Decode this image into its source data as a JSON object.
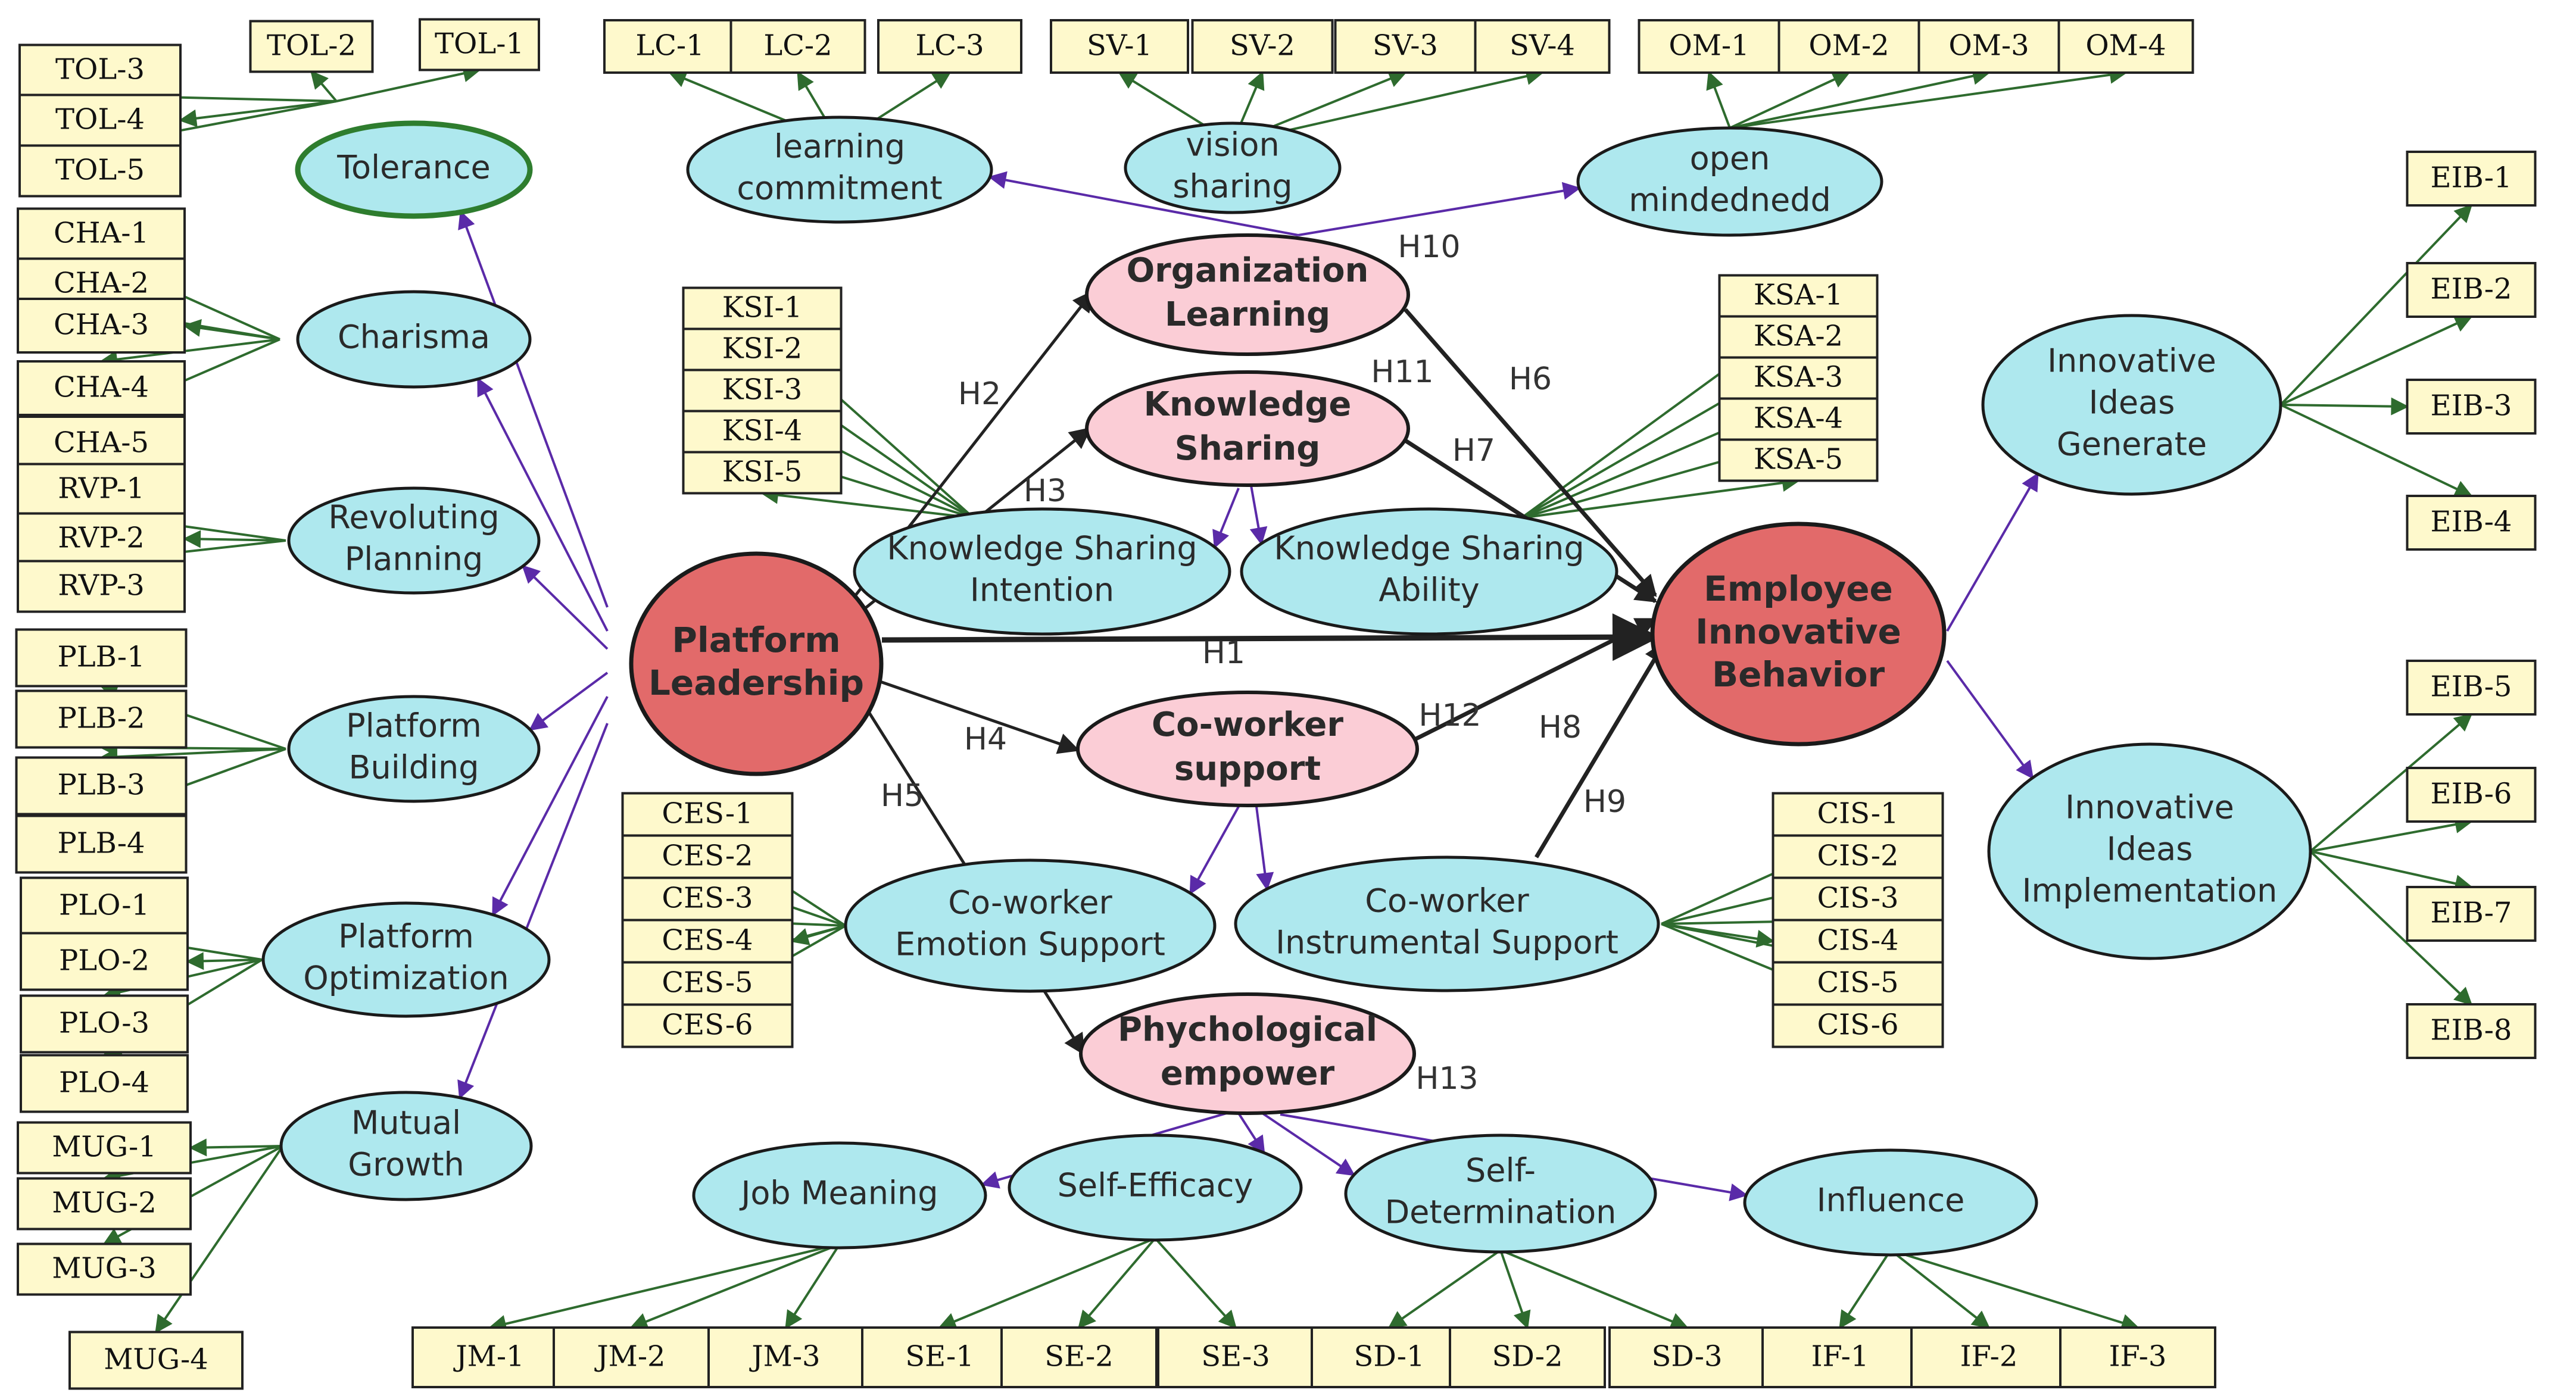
{
  "colors": {
    "box_fill": "#fef9cc",
    "box_stroke": "#222222",
    "latent_fill": "#aee8ee",
    "latent_stroke": "#1a1a1a",
    "mediator_fill": "#fbcdd6",
    "core_fill": "#e26a6a",
    "loading_arrow": "#2e6b2e",
    "dim_arrow": "#5a2aa8",
    "path_arrow": "#222222"
  },
  "core": [
    {
      "id": "PL",
      "lines": [
        "Platform",
        "Leadership"
      ]
    },
    {
      "id": "EIB",
      "lines": [
        "Employee",
        "Innovative",
        "Behavior"
      ]
    }
  ],
  "mediators": [
    {
      "id": "OL",
      "lines": [
        "Organization",
        "Learning"
      ]
    },
    {
      "id": "KS",
      "lines": [
        "Knowledge",
        "Sharing"
      ]
    },
    {
      "id": "CWS",
      "lines": [
        "Co-worker",
        "support"
      ]
    },
    {
      "id": "PE",
      "lines": [
        "Phychological",
        "empower"
      ]
    }
  ],
  "latents": [
    {
      "id": "TOL",
      "lines": [
        "Tolerance"
      ],
      "thick": true
    },
    {
      "id": "CHA",
      "lines": [
        "Charisma"
      ]
    },
    {
      "id": "RVP",
      "lines": [
        "Revoluting",
        "Planning"
      ]
    },
    {
      "id": "PLB",
      "lines": [
        "Platform",
        "Building"
      ]
    },
    {
      "id": "PLO",
      "lines": [
        "Platform",
        "Optimization"
      ]
    },
    {
      "id": "MUG",
      "lines": [
        "Mutual",
        "Growth"
      ]
    },
    {
      "id": "LC",
      "lines": [
        "learning",
        "commitment"
      ]
    },
    {
      "id": "SV",
      "lines": [
        "vision",
        "sharing"
      ]
    },
    {
      "id": "OM",
      "lines": [
        "open",
        "mindednedd"
      ]
    },
    {
      "id": "KSI",
      "lines": [
        "Knowledge Sharing",
        "Intention"
      ]
    },
    {
      "id": "KSA",
      "lines": [
        "Knowledge Sharing",
        "Ability"
      ]
    },
    {
      "id": "CES",
      "lines": [
        "Co-worker",
        "Emotion Support"
      ]
    },
    {
      "id": "CIS",
      "lines": [
        "Co-worker",
        "Instrumental Support"
      ]
    },
    {
      "id": "JM",
      "lines": [
        "Job  Meaning"
      ]
    },
    {
      "id": "SE",
      "lines": [
        "Self-Efficacy"
      ]
    },
    {
      "id": "SD",
      "lines": [
        "Self-",
        "Determination"
      ]
    },
    {
      "id": "IF",
      "lines": [
        "Influence"
      ]
    },
    {
      "id": "IIG",
      "lines": [
        "Innovative",
        "Ideas",
        "Generate"
      ]
    },
    {
      "id": "IIM",
      "lines": [
        "Innovative",
        "Ideas",
        "Implementation"
      ]
    }
  ],
  "indicators": {
    "TOL": [
      "TOL-1",
      "TOL-2",
      "TOL-3",
      "TOL-4",
      "TOL-5"
    ],
    "CHA": [
      "CHA-1",
      "CHA-2",
      "CHA-3",
      "CHA-4",
      "CHA-5"
    ],
    "RVP": [
      "RVP-1",
      "RVP-2",
      "RVP-3"
    ],
    "PLB": [
      "PLB-1",
      "PLB-2",
      "PLB-3",
      "PLB-4"
    ],
    "PLO": [
      "PLO-1",
      "PLO-2",
      "PLO-3",
      "PLO-4"
    ],
    "MUG": [
      "MUG-1",
      "MUG-2",
      "MUG-3",
      "MUG-4"
    ],
    "LC": [
      "LC-1",
      "LC-2",
      "LC-3"
    ],
    "SV": [
      "SV-1",
      "SV-2",
      "SV-3",
      "SV-4"
    ],
    "OM": [
      "OM-1",
      "OM-2",
      "OM-3",
      "OM-4"
    ],
    "KSI": [
      "KSI-1",
      "KSI-2",
      "KSI-3",
      "KSI-4",
      "KSI-5"
    ],
    "KSA": [
      "KSA-1",
      "KSA-2",
      "KSA-3",
      "KSA-4",
      "KSA-5"
    ],
    "CES": [
      "CES-1",
      "CES-2",
      "CES-3",
      "CES-4",
      "CES-5",
      "CES-6"
    ],
    "CIS": [
      "CIS-1",
      "CIS-2",
      "CIS-3",
      "CIS-4",
      "CIS-5",
      "CIS-6"
    ],
    "JM": [
      "JM-1",
      "JM-2",
      "JM-3"
    ],
    "SE": [
      "SE-1",
      "SE-2",
      "SE-3"
    ],
    "SD": [
      "SD-1",
      "SD-2",
      "SD-3"
    ],
    "IF": [
      "IF-1",
      "IF-2",
      "IF-3"
    ],
    "EIB": [
      "EIB-1",
      "EIB-2",
      "EIB-3",
      "EIB-4",
      "EIB-5",
      "EIB-6",
      "EIB-7",
      "EIB-8"
    ]
  },
  "paths": [
    {
      "label": "H1",
      "from": "PL",
      "to": "EIB"
    },
    {
      "label": "H2",
      "from": "PL",
      "to": "OL"
    },
    {
      "label": "H3",
      "from": "PL",
      "to": "KS"
    },
    {
      "label": "H4",
      "from": "PL",
      "to": "CWS"
    },
    {
      "label": "H5",
      "from": "PL",
      "to": "PE"
    },
    {
      "label": "H6",
      "from": "OL",
      "to": "EIB"
    },
    {
      "label": "H7",
      "from": "KS",
      "to": "EIB"
    },
    {
      "label": "H8",
      "from": "CWS",
      "to": "EIB"
    },
    {
      "label": "H9",
      "from": "CIS",
      "to": "EIB"
    },
    {
      "label": "H10",
      "from": "OL",
      "to": "OM"
    },
    {
      "label": "H11",
      "from": "KS",
      "to": "KSA"
    },
    {
      "label": "H12",
      "from": "CWS",
      "to": "EIB"
    },
    {
      "label": "H13",
      "from": "PE",
      "to": "CIS"
    }
  ]
}
